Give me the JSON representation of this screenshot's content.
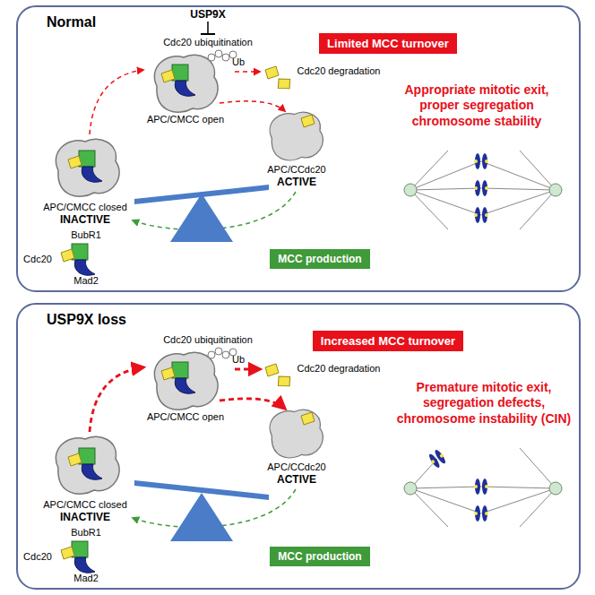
{
  "diagram": {
    "nodes": [
      {
        "text": [
          "Normal"
        ]
      },
      {
        "text": [
          "Limited MCC turnover"
        ],
        "in": 0
      },
      {
        "text": [
          "MCC production"
        ],
        "in": 0
      },
      {
        "text": [
          "USP9X loss"
        ]
      },
      {
        "text": [
          "Increased MCC turnover"
        ],
        "in": 3
      },
      {
        "text": [
          "MCC production"
        ],
        "in": 3
      }
    ],
    "labels": [
      "USP9X",
      "Cdc20 ubiquitination",
      "Ub",
      "Cdc20 degradation",
      "APC/CMCC open",
      "APC/CCdc20",
      "ACTIVE",
      "Appropriate mitotic exit, proper segregation chromosome stability",
      "APC/CMCC closed",
      "INACTIVE",
      "BubR1",
      "Cdc20",
      "Mad2",
      "Cdc20 ubiquitination",
      "Ub",
      "Cdc20 degradation",
      "APC/CMCC open",
      "APC/CCdc20",
      "ACTIVE",
      "Premature mitotic exit, segregation defects, chromosome instability (CIN)",
      "APC/CMCC closed",
      "INACTIVE",
      "BubR1",
      "Cdc20",
      "Mad2"
    ]
  }
}
